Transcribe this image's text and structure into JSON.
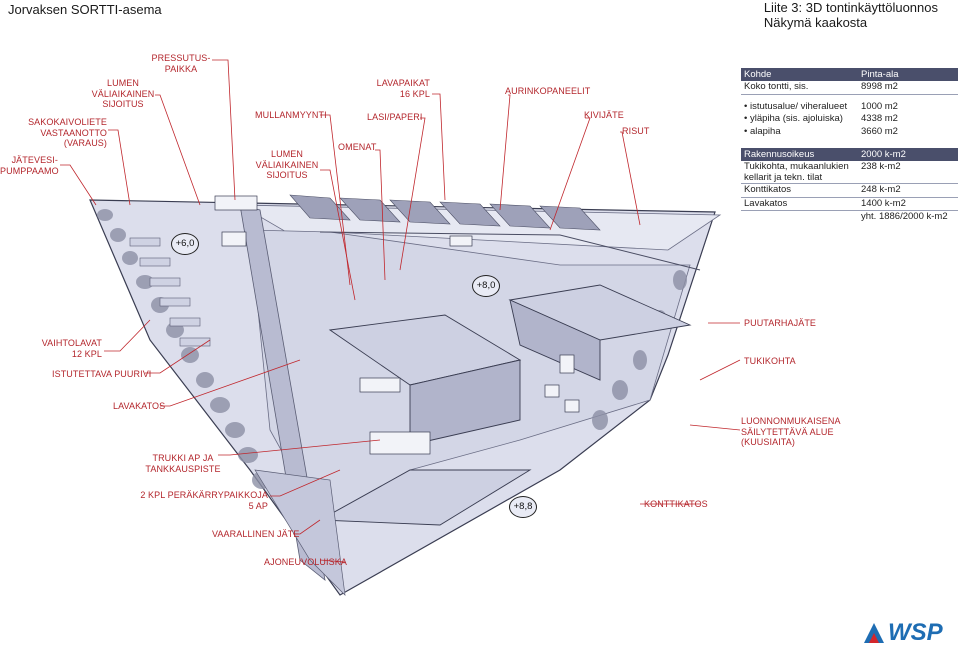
{
  "header": {
    "left_title": "Jorvaksen SORTTI-asema",
    "right_line1": "Liite 3: 3D tontinkäyttöluonnos",
    "right_line2": "Näkymä kaakosta"
  },
  "labels": {
    "jatevesi": "JÄTEVESI-\nPUMPPAAMO",
    "sakokaivo": "SAKOKAIVOLIETE\nVASTAANOTTO\n(VARAUS)",
    "lumen1": "LUMEN\nVÄLIAIKAINEN\nSIJOITUS",
    "pressutus": "PRESSUTUS-\nPAIKKA",
    "mullanmyynti": "MULLANMYYNTI",
    "lumen2": "LUMEN\nVÄLIAIKAINEN\nSIJOITUS",
    "omenat": "OMENAT",
    "lavapaikat": "LAVAPAIKAT\n16 KPL",
    "lasipaperi": "LASI/PAPERI",
    "aurinkopaneelit": "AURINKOPANEELIT",
    "kivijate": "KIVIJÄTE",
    "risut": "RISUT",
    "puutarhajate": "PUUTARHAJÄTE",
    "tukikohta": "TUKIKOHTA",
    "luonnonmukaisena": "LUONNONMUKAISENA\nSÄILYTETTÄVÄ ALUE\n(KUUSIAITA)",
    "konttikatos": "KONTTIKATOS",
    "vaihtolavat": "VAIHTOLAVAT\n12 KPL",
    "istutettava": "ISTUTETTAVA PUURIVI",
    "lavakatos": "LAVAKATOS",
    "trukki": "TRUKKI AP JA\nTANKKAUSPISTE",
    "perakarry": "2 KPL PERÄKÄRRYPAIKKOJA\n5 AP",
    "vaarallinen": "VAARALLINEN JÄTE",
    "ajoneuvoluiska": "AJONEUVOLUISKA"
  },
  "elevations": {
    "e1": "+6,0",
    "e2": "+8,0",
    "e3": "+8,8"
  },
  "table": {
    "header": {
      "col1": "Kohde",
      "col2": "Pinta-ala"
    },
    "koko": {
      "label": "Koko tontti, sis.",
      "value": "8998 m2"
    },
    "items": [
      {
        "label": "istutusalue/ viheralueet",
        "value": "1000 m2"
      },
      {
        "label": "yläpiha (sis. ajoluiska)",
        "value": "4338 m2"
      },
      {
        "label": "alapiha",
        "value": "3660 m2"
      }
    ],
    "rak_header": {
      "col1": "Rakennusoikeus",
      "col2": "2000 k-m2"
    },
    "tukikohta": {
      "label": "Tukikohta, mukaanlukien kellarit ja tekn. tilat",
      "value": "238 k-m2"
    },
    "konttikatos": {
      "label": "Konttikatos",
      "value": "248 k-m2"
    },
    "lavakatos": {
      "label": "Lavakatos",
      "value": "1400 k-m2"
    },
    "total": "yht. 1886/2000 k-m2"
  },
  "logo": {
    "text": "WSP",
    "color": "#1e6db3",
    "accent": "#d3262c"
  },
  "colors": {
    "label": "#b3262c",
    "leader": "#c0272d",
    "site": "#d9dbea",
    "shadow": "#a9acc3",
    "outline": "#3a3d52"
  }
}
